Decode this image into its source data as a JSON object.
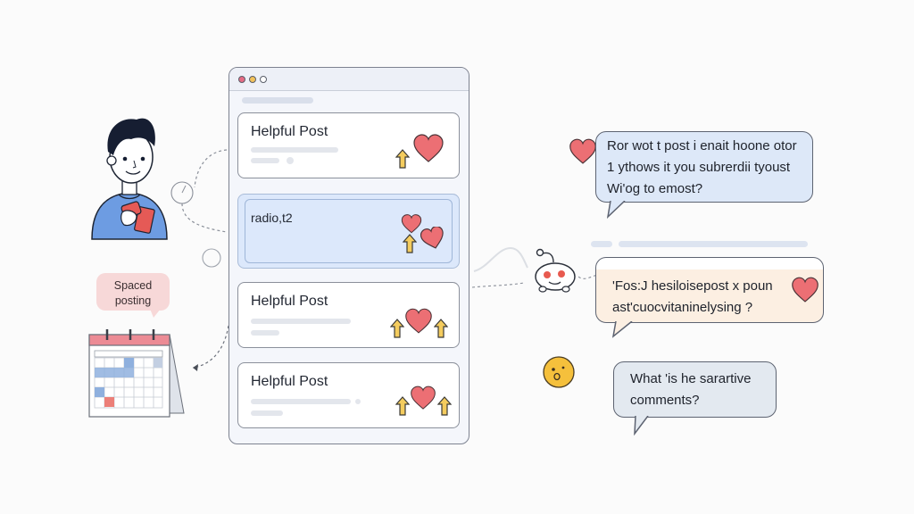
{
  "window": {
    "controls": [
      "close",
      "minimize",
      "maximize"
    ],
    "control_colors": {
      "close": "#e56b83",
      "minimize": "#f2c15a",
      "maximize": "#ffffff"
    }
  },
  "posts": [
    {
      "title": "Helpful Post",
      "icons": [
        "upvote-arrow",
        "heart"
      ],
      "highlighted": false
    },
    {
      "title": "radio,t2",
      "icons": [
        "heart",
        "upvote-arrow",
        "heart"
      ],
      "highlighted": true
    },
    {
      "title": "Helpful Post",
      "icons": [
        "upvote-arrow",
        "heart",
        "upvote-arrow"
      ],
      "highlighted": false
    },
    {
      "title": "Helpful Post",
      "icons": [
        "upvote-arrow",
        "heart",
        "upvote-arrow"
      ],
      "highlighted": false
    }
  ],
  "left_panel": {
    "calendar_label_line1": "Spaced",
    "calendar_label_line2": "posting"
  },
  "bubbles": {
    "top": {
      "line1": "Ror wot t post i enait hoone otor",
      "line2": "1 ythows it you subrerdii tyoust",
      "line3": "Wi'og to emost?"
    },
    "middle": {
      "line1": "'Fos:J hesiloisepost x poun",
      "line2": "ast'cuocvitaninelysing ?"
    },
    "bottom": {
      "line1": "What 'is he sarartive",
      "line2": "comments?"
    }
  },
  "colors": {
    "heart": "#ec6f74",
    "arrow": "#f4cc5e",
    "highlight": "#dce8fb",
    "shirt": "#6b9ae0",
    "phone": "#e85b58",
    "calendar_header": "#ea8a94",
    "emoji": "#f5c03c"
  }
}
